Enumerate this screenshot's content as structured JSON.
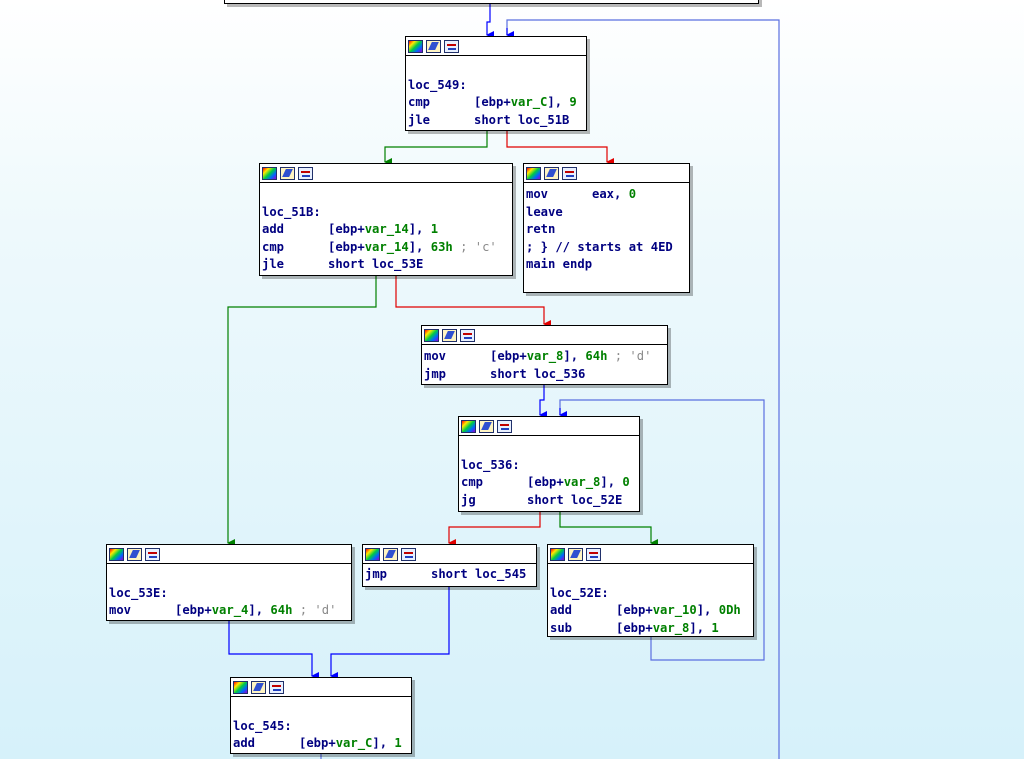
{
  "edge_colors": {
    "unconditional": "#0000ff",
    "true_branch": "#008000",
    "false_branch": "#e00000",
    "loop_back": "#5a6fe0"
  },
  "node_icons": [
    "color-icon",
    "rename-icon",
    "graph-icon"
  ],
  "blocks": [
    {
      "id": "loc_549",
      "label": "loc_549:",
      "instructions": [
        {
          "mnem": "cmp",
          "pre": "[ebp+",
          "var": "var_C",
          "post": "], ",
          "num": "9",
          "comment": ""
        },
        {
          "mnem": "jle",
          "pre": "short loc_51B",
          "var": "",
          "post": "",
          "num": "",
          "comment": ""
        }
      ]
    },
    {
      "id": "loc_51B",
      "label": "loc_51B:",
      "instructions": [
        {
          "mnem": "add",
          "pre": "[ebp+",
          "var": "var_14",
          "post": "], ",
          "num": "1",
          "comment": ""
        },
        {
          "mnem": "cmp",
          "pre": "[ebp+",
          "var": "var_14",
          "post": "], ",
          "num": "63h",
          "comment": " ; 'c'"
        },
        {
          "mnem": "jle",
          "pre": "short loc_53E",
          "var": "",
          "post": "",
          "num": "",
          "comment": ""
        }
      ]
    },
    {
      "id": "exit",
      "label": "",
      "instructions": [
        {
          "mnem": "mov",
          "pre": "eax, ",
          "var": "",
          "post": "",
          "num": "0",
          "comment": ""
        },
        {
          "mnem": "leave",
          "pre": "",
          "var": "",
          "post": "",
          "num": "",
          "comment": ""
        },
        {
          "mnem": "retn",
          "pre": "",
          "var": "",
          "post": "",
          "num": "",
          "comment": ""
        }
      ],
      "trailer": [
        "; } // starts at 4ED",
        "main endp"
      ]
    },
    {
      "id": "mov_var8",
      "label": "",
      "instructions": [
        {
          "mnem": "mov",
          "pre": "[ebp+",
          "var": "var_8",
          "post": "], ",
          "num": "64h",
          "comment": " ; 'd'"
        },
        {
          "mnem": "jmp",
          "pre": "short loc_536",
          "var": "",
          "post": "",
          "num": "",
          "comment": ""
        }
      ]
    },
    {
      "id": "loc_536",
      "label": "loc_536:",
      "instructions": [
        {
          "mnem": "cmp",
          "pre": "[ebp+",
          "var": "var_8",
          "post": "], ",
          "num": "0",
          "comment": ""
        },
        {
          "mnem": "jg",
          "pre": "short loc_52E",
          "var": "",
          "post": "",
          "num": "",
          "comment": ""
        }
      ]
    },
    {
      "id": "loc_53E",
      "label": "loc_53E:",
      "instructions": [
        {
          "mnem": "mov",
          "pre": "[ebp+",
          "var": "var_4",
          "post": "], ",
          "num": "64h",
          "comment": " ; 'd'"
        }
      ]
    },
    {
      "id": "jmp_545",
      "label": "",
      "instructions": [
        {
          "mnem": "jmp",
          "pre": "short loc_545",
          "var": "",
          "post": "",
          "num": "",
          "comment": ""
        }
      ]
    },
    {
      "id": "loc_52E",
      "label": "loc_52E:",
      "instructions": [
        {
          "mnem": "add",
          "pre": "[ebp+",
          "var": "var_10",
          "post": "], ",
          "num": "0Dh",
          "comment": ""
        },
        {
          "mnem": "sub",
          "pre": "[ebp+",
          "var": "var_8",
          "post": "], ",
          "num": "1",
          "comment": ""
        }
      ]
    },
    {
      "id": "loc_545",
      "label": "loc_545:",
      "instructions": [
        {
          "mnem": "add",
          "pre": "[ebp+",
          "var": "var_C",
          "post": "], ",
          "num": "1",
          "comment": ""
        }
      ]
    }
  ]
}
